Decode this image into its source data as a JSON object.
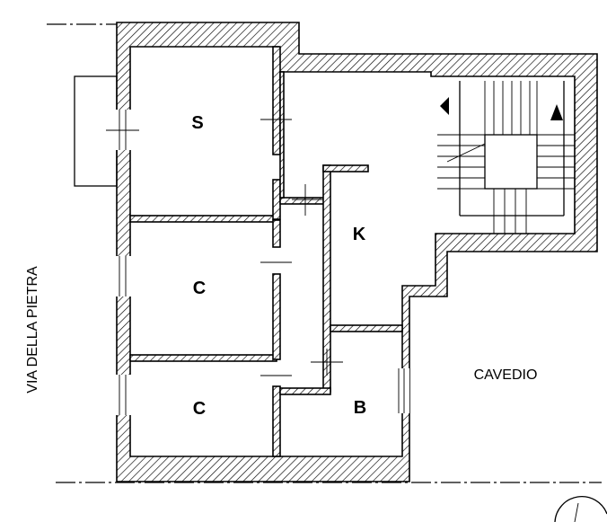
{
  "plan": {
    "rooms": {
      "s": "S",
      "c1": "C",
      "c2": "C",
      "k": "K",
      "b": "B"
    },
    "street": "VIA DELLA PIETRA",
    "courtyard": "CAVEDIO"
  }
}
